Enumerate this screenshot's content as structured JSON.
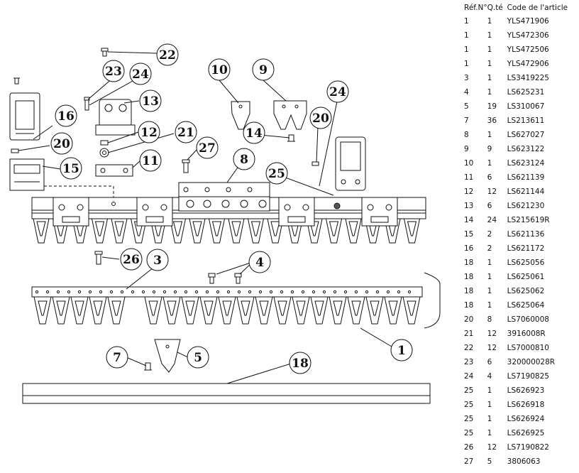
{
  "parts_table": {
    "headers": [
      "Réf.N°",
      "Q.té",
      "Code de l'article"
    ],
    "rows": [
      [
        "1",
        "1",
        "YLS471906"
      ],
      [
        "1",
        "1",
        "YLS472306"
      ],
      [
        "1",
        "1",
        "YLS472506"
      ],
      [
        "1",
        "1",
        "YLS472906"
      ],
      [
        "3",
        "1",
        "LS3419225"
      ],
      [
        "4",
        "1",
        "LS625231"
      ],
      [
        "5",
        "19",
        "LS310067"
      ],
      [
        "7",
        "36",
        "LS213611"
      ],
      [
        "8",
        "1",
        "LS627027"
      ],
      [
        "9",
        "9",
        "LS623122"
      ],
      [
        "10",
        "1",
        "LS623124"
      ],
      [
        "11",
        "6",
        "LS621139"
      ],
      [
        "12",
        "12",
        "LS621144"
      ],
      [
        "13",
        "6",
        "LS621230"
      ],
      [
        "14",
        "24",
        "LS215619R"
      ],
      [
        "15",
        "2",
        "LS621136"
      ],
      [
        "16",
        "2",
        "LS621172"
      ],
      [
        "18",
        "1",
        "LS625056"
      ],
      [
        "18",
        "1",
        "LS625061"
      ],
      [
        "18",
        "1",
        "LS625062"
      ],
      [
        "18",
        "1",
        "LS625064"
      ],
      [
        "20",
        "8",
        "LS7060008"
      ],
      [
        "21",
        "12",
        "3916008R"
      ],
      [
        "22",
        "12",
        "LS7000810"
      ],
      [
        "23",
        "6",
        "320000028R"
      ],
      [
        "24",
        "4",
        "LS7190825"
      ],
      [
        "25",
        "1",
        "LS626923"
      ],
      [
        "25",
        "1",
        "LS626918"
      ],
      [
        "25",
        "1",
        "LS626924"
      ],
      [
        "25",
        "1",
        "LS626925"
      ],
      [
        "26",
        "12",
        "LS7190822"
      ],
      [
        "27",
        "5",
        "3806063"
      ]
    ]
  },
  "callouts": [
    "22",
    "23",
    "24",
    "13",
    "10",
    "9",
    "24",
    "16",
    "20",
    "15",
    "12",
    "21",
    "11",
    "27",
    "14",
    "20",
    "8",
    "25",
    "26",
    "3",
    "4",
    "1",
    "7",
    "5",
    "18"
  ]
}
